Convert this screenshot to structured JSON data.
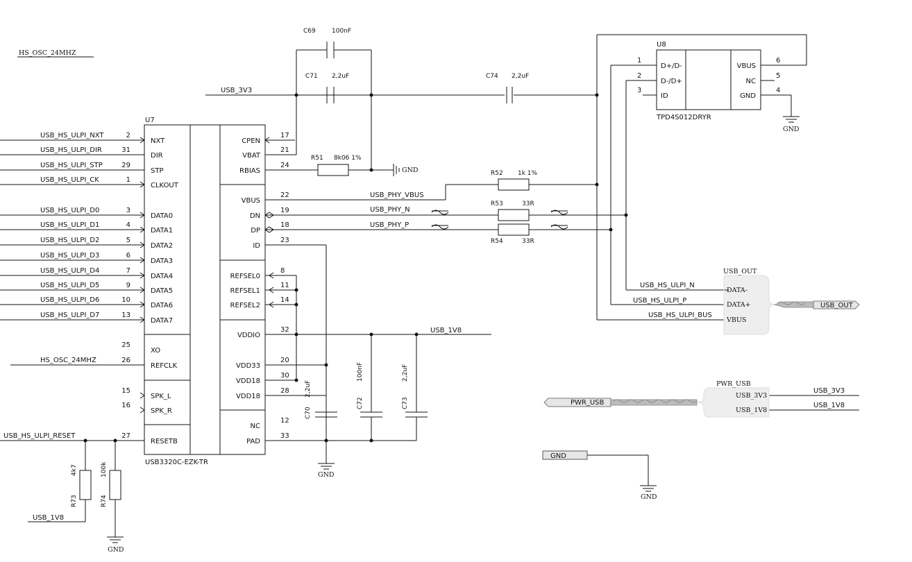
{
  "title": "",
  "u7": {
    "ref": "U7",
    "part": "USB3320C-EZK-TR",
    "left_pins": [
      {
        "num": "2",
        "name": "NXT",
        "net": "USB_HS_ULPI_NXT"
      },
      {
        "num": "31",
        "name": "DIR",
        "net": "USB_HS_ULPI_DIR"
      },
      {
        "num": "29",
        "name": "STP",
        "net": "USB_HS_ULPI_STP"
      },
      {
        "num": "1",
        "name": "CLKOUT",
        "net": "USB_HS_ULPI_CK"
      },
      {
        "num": "3",
        "name": "DATA0",
        "net": "USB_HS_ULPI_D0"
      },
      {
        "num": "4",
        "name": "DATA1",
        "net": "USB_HS_ULPI_D1"
      },
      {
        "num": "5",
        "name": "DATA2",
        "net": "USB_HS_ULPI_D2"
      },
      {
        "num": "6",
        "name": "DATA3",
        "net": "USB_HS_ULPI_D3"
      },
      {
        "num": "7",
        "name": "DATA4",
        "net": "USB_HS_ULPI_D4"
      },
      {
        "num": "9",
        "name": "DATA5",
        "net": "USB_HS_ULPI_D5"
      },
      {
        "num": "10",
        "name": "DATA6",
        "net": "USB_HS_ULPI_D6"
      },
      {
        "num": "13",
        "name": "DATA7",
        "net": "USB_HS_ULPI_D7"
      },
      {
        "num": "25",
        "name": "XO",
        "net": ""
      },
      {
        "num": "26",
        "name": "REFCLK",
        "net": "HS_OSC_24MHZ"
      },
      {
        "num": "15",
        "name": "SPK_L",
        "net": ""
      },
      {
        "num": "16",
        "name": "SPK_R",
        "net": ""
      },
      {
        "num": "27",
        "name": "RESETB",
        "net": "USB_HS_ULPI_RESET"
      }
    ],
    "right_pins": [
      {
        "num": "17",
        "name": "CPEN"
      },
      {
        "num": "21",
        "name": "VBAT"
      },
      {
        "num": "24",
        "name": "RBIAS"
      },
      {
        "num": "22",
        "name": "VBUS"
      },
      {
        "num": "19",
        "name": "DN"
      },
      {
        "num": "18",
        "name": "DP"
      },
      {
        "num": "23",
        "name": "ID"
      },
      {
        "num": "8",
        "name": "REFSEL0"
      },
      {
        "num": "11",
        "name": "REFSEL1"
      },
      {
        "num": "14",
        "name": "REFSEL2"
      },
      {
        "num": "32",
        "name": "VDDIO"
      },
      {
        "num": "20",
        "name": "VDD33"
      },
      {
        "num": "30",
        "name": "VDD18"
      },
      {
        "num": "28",
        "name": "VDD18"
      },
      {
        "num": "12",
        "name": "NC"
      },
      {
        "num": "33",
        "name": "PAD"
      }
    ]
  },
  "u8": {
    "ref": "U8",
    "part": "TPD4S012DRYR",
    "left_pins": [
      {
        "num": "1",
        "name": "D+/D-"
      },
      {
        "num": "2",
        "name": "D-/D+"
      },
      {
        "num": "3",
        "name": "ID"
      }
    ],
    "right_pins": [
      {
        "num": "6",
        "name": "VBUS"
      },
      {
        "num": "5",
        "name": "NC"
      },
      {
        "num": "4",
        "name": "GND"
      }
    ]
  },
  "components": {
    "c69": {
      "ref": "C69",
      "value": "100nF"
    },
    "c71": {
      "ref": "C71",
      "value": "2,2uF"
    },
    "c74": {
      "ref": "C74",
      "value": "2,2uF"
    },
    "c70": {
      "ref": "C70",
      "value": "2,2uF"
    },
    "c72": {
      "ref": "C72",
      "value": "100nF"
    },
    "c73": {
      "ref": "C73",
      "value": "2,2uF"
    },
    "r51": {
      "ref": "R51",
      "value": "8k06 1%"
    },
    "r52": {
      "ref": "R52",
      "value": "1k 1%"
    },
    "r53": {
      "ref": "R53",
      "value": "33R"
    },
    "r54": {
      "ref": "R54",
      "value": "33R"
    },
    "r73": {
      "ref": "R73",
      "value": "4k7"
    },
    "r74": {
      "ref": "R74",
      "value": "100k"
    }
  },
  "nets": {
    "hs_osc_top": "HS_OSC_24MHZ",
    "usb_3v3": "USB_3V3",
    "usb_1v8": "USB_1V8",
    "usb_1v8_reset": "USB_1V8",
    "phy_vbus": "USB_PHY_VBUS",
    "phy_n": "USB_PHY_N",
    "phy_p": "USB_PHY_P",
    "ulpi_n": "USB_HS_ULPI_N",
    "ulpi_p": "USB_HS_ULPI_P",
    "ulpi_bus": "USB_HS_ULPI_BUS",
    "pwr_3v3": "USB_3V3",
    "pwr_1v8": "USB_1V8"
  },
  "gnd_labels": {
    "rbias": "GND",
    "u8": "GND",
    "caps": "GND",
    "r74": "GND",
    "port": "GND"
  },
  "usb_out": {
    "title": "USB_OUT",
    "pins": [
      "DATA-",
      "DATA+",
      "VBUS"
    ],
    "port_label": "USB_OUT"
  },
  "pwr_usb": {
    "title": "PWR_USB",
    "pins": [
      "USB_3V3",
      "USB_1V8"
    ],
    "port_label": "PWR_USB"
  },
  "gnd_port": {
    "label": "GND"
  }
}
